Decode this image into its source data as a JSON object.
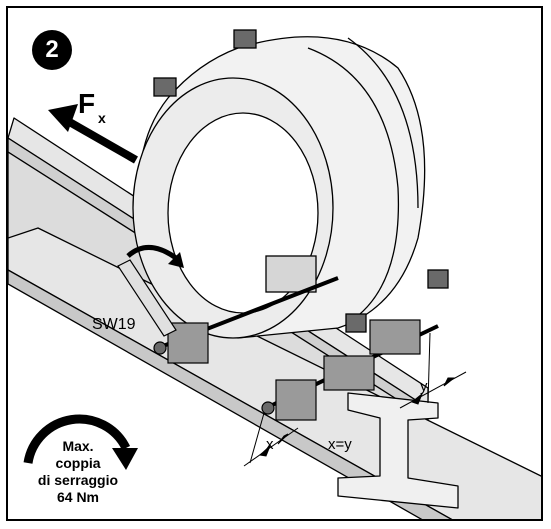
{
  "badge": {
    "step": "2"
  },
  "force": {
    "symbol": "F",
    "subscript": "x"
  },
  "labels": {
    "wrench": "SW19",
    "dim_x": "x",
    "dim_y": "y",
    "equation": "x=y"
  },
  "torque": {
    "line1": "Max.",
    "line2": "coppia",
    "line3": "di serraggio",
    "line4": "64 Nm"
  },
  "colors": {
    "line": "#000000",
    "beam_fill": "#e6e6e6",
    "beam_shade": "#cfcfcf",
    "collar_fill": "#f2f2f2",
    "bracket_fill": "#9a9a9a",
    "nut_fill": "#6a6a6a"
  },
  "icons": [
    "force-arrow-icon",
    "rotation-arrow-icon",
    "torque-arrow-icon"
  ]
}
